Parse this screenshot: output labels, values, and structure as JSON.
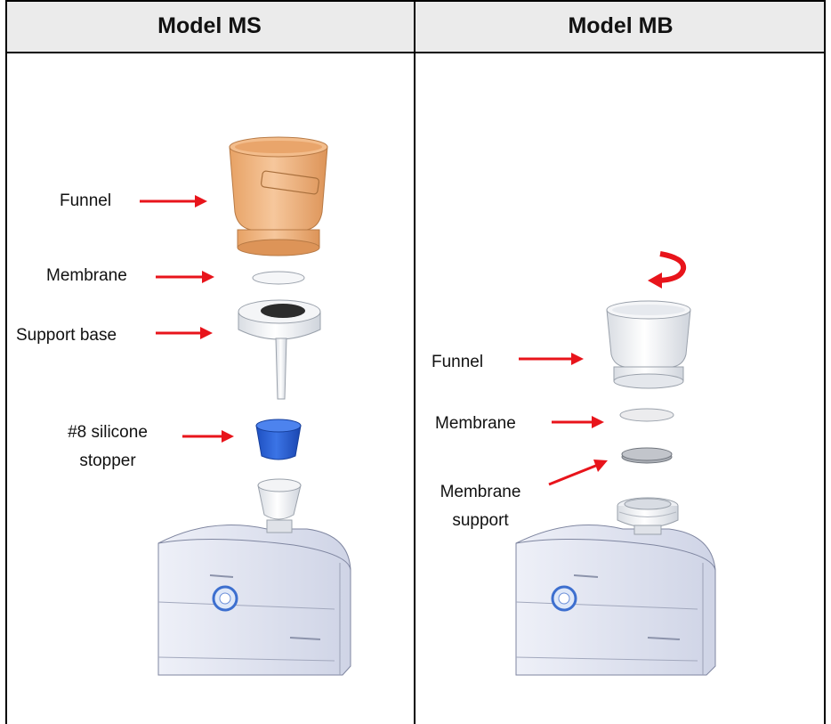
{
  "table": {
    "headers": [
      "Model MS",
      "Model MB"
    ]
  },
  "model_ms": {
    "labels": {
      "funnel": "Funnel",
      "membrane": "Membrane",
      "support_base": "Support base",
      "stopper_line1": "#8 silicone",
      "stopper_line2": "stopper"
    }
  },
  "model_mb": {
    "labels": {
      "funnel": "Funnel",
      "membrane": "Membrane",
      "support_line1": "Membrane",
      "support_line2": "support"
    }
  },
  "colors": {
    "arrow": "#e8141b",
    "funnel_ms": "#f0b27a",
    "stopper": "#2d63d4",
    "device_body": "#dfe3f0",
    "header_bg": "#ebebeb"
  }
}
